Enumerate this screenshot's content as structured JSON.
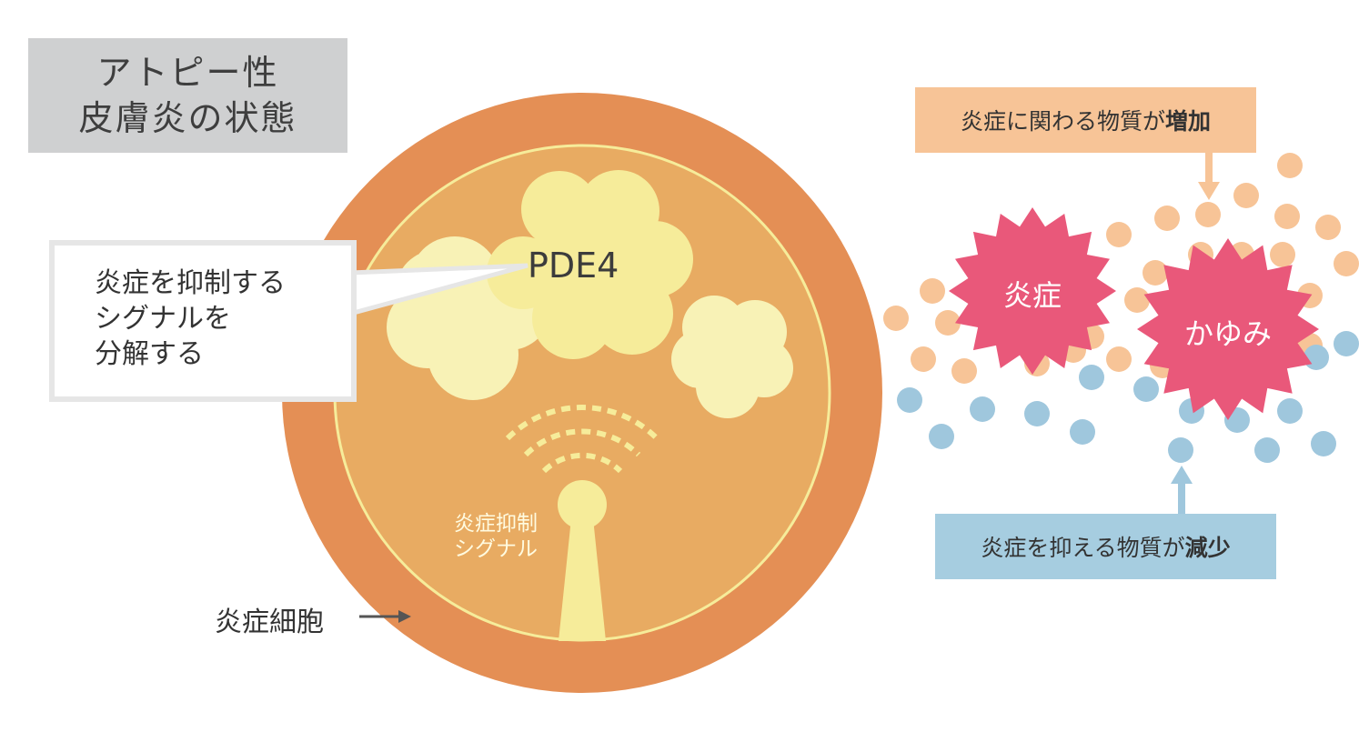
{
  "title": {
    "line1": "アトピー性",
    "line2": "皮膚炎の状態"
  },
  "callout": {
    "line1": "炎症を抑制する",
    "line2": "シグナルを",
    "line3": "分解する"
  },
  "pde4_label": "PDE4",
  "signal_label": {
    "line1": "炎症抑制",
    "line2": "シグナル"
  },
  "cell_label": "炎症細胞",
  "increase": {
    "text": "炎症に関わる物質が",
    "emphasis": "増加"
  },
  "decrease": {
    "text": "炎症を抑える物質が",
    "emphasis": "減少"
  },
  "burst_inflammation": "炎症",
  "burst_itch": "かゆみ",
  "colors": {
    "cell_outer": "#e48f55",
    "cell_inner": "#e8ab62",
    "pde4": "#f6ec9a",
    "orange_dot": "#f7c497",
    "blue_dot": "#9fc7dd",
    "burst": "#e9587a"
  }
}
